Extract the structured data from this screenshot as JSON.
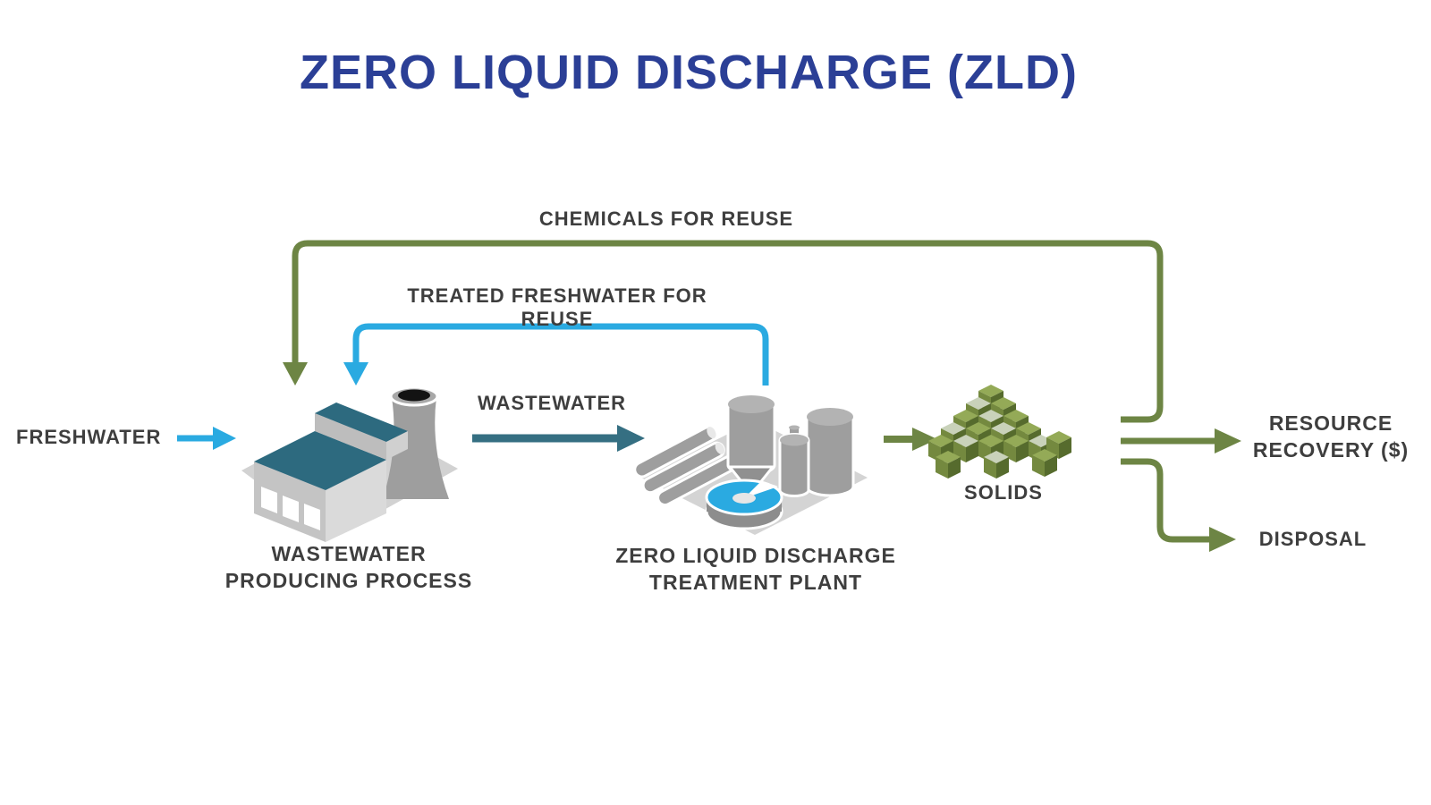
{
  "title": "ZERO LIQUID DISCHARGE (ZLD)",
  "labels": {
    "chemicals": "CHEMICALS FOR REUSE",
    "treated_freshwater": "TREATED FRESHWATER FOR REUSE",
    "freshwater": "FRESHWATER",
    "wastewater": "WASTEWATER",
    "solids": "SOLIDS",
    "resource_recovery_line1": "RESOURCE",
    "resource_recovery_line2": "RECOVERY ($)",
    "disposal": "DISPOSAL"
  },
  "nodes": {
    "factory_line1": "WASTEWATER",
    "factory_line2": "PRODUCING PROCESS",
    "plant_line1": "ZERO LIQUID DISCHARGE",
    "plant_line2": "TREATMENT PLANT"
  },
  "icons": {
    "factory": "factory-building-icon",
    "plant": "treatment-plant-icon",
    "solids": "solids-cubes-icon"
  },
  "colors": {
    "title_blue": "#2b3f96",
    "olive_green": "#6d8544",
    "cyan_blue": "#2aaae1",
    "teal": "#356f82",
    "label_gray": "#3e3e3e",
    "icon_gray": "#9e9e9e",
    "roof_teal": "#2d6a7f"
  }
}
